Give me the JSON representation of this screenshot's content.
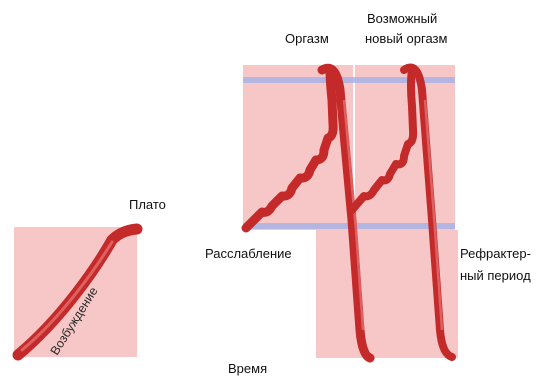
{
  "labels": {
    "orgasm": "Оргазм",
    "possible_new_orgasm_line1": "Возможный",
    "possible_new_orgasm_line2": "новый оргазм",
    "plateau": "Плато",
    "relaxation": "Расслабление",
    "refractory_line1": "Рефрактер-",
    "refractory_line2": "ный период",
    "arousal": "Возбуждение",
    "time": "Время"
  },
  "colors": {
    "panel": "#f7c6c6",
    "curve": "#c42a2a",
    "curve_highlight": "#e9797a",
    "guide_line": "#a9b2e6"
  }
}
